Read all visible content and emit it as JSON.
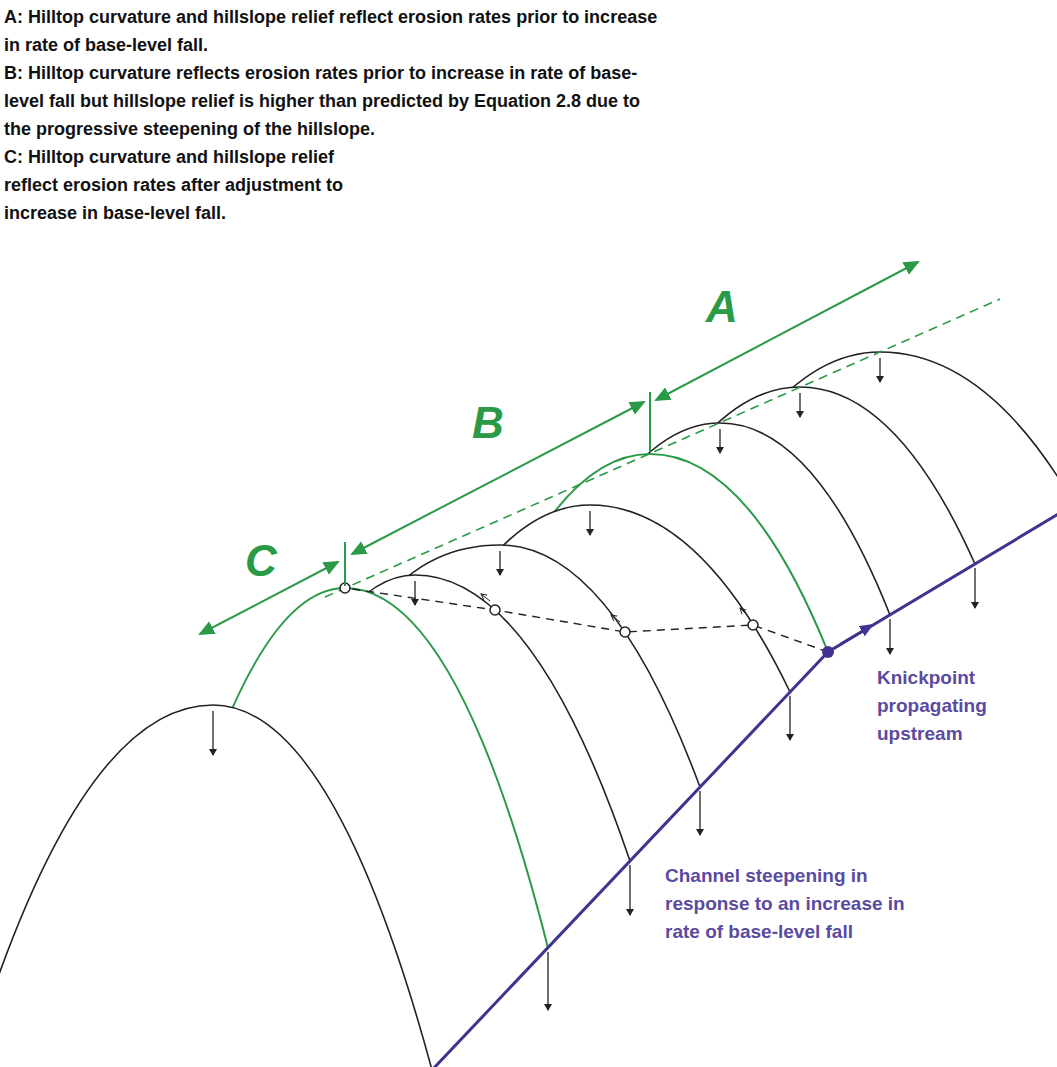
{
  "diagram": {
    "labels": [
      "A: Hilltop curvature and hillslope relief reflect erosion rates prior to increase in rate of base-level fall.",
      "B: Hilltop curvature reflects erosion rates prior to increase in rate of base-level fall but hillslope relief is higher than predicted by Equation 2.8 due to the progressive steepening of the hillslope.",
      "C: Hilltop curvature and hillslope relief reflect erosion rates after adjustment to increase in base-level fall.",
      "A",
      "B",
      "C",
      "Knickpoint propagating upstream",
      "Channel steepening in response to an increase in rate of base-level fall"
    ]
  }
}
